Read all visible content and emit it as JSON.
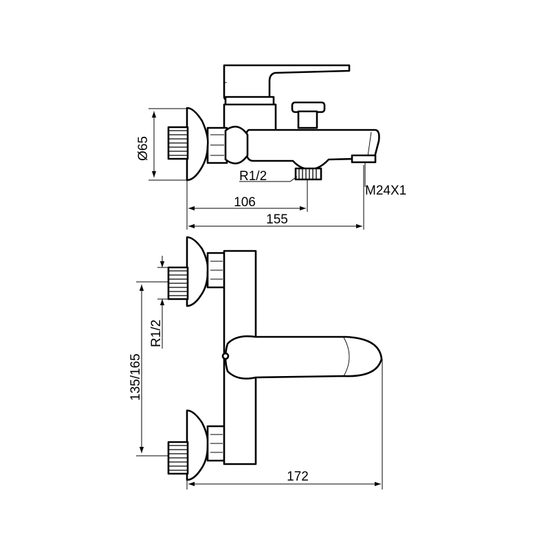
{
  "dimensions": {
    "diameter": "Ø65",
    "thread_inlet": "R1/2",
    "outlet_offset": "106",
    "overall_depth": "155",
    "spout_thread": "M24X1",
    "thread_side": "R1/2",
    "centers": "135/165",
    "overall_width": "172"
  }
}
